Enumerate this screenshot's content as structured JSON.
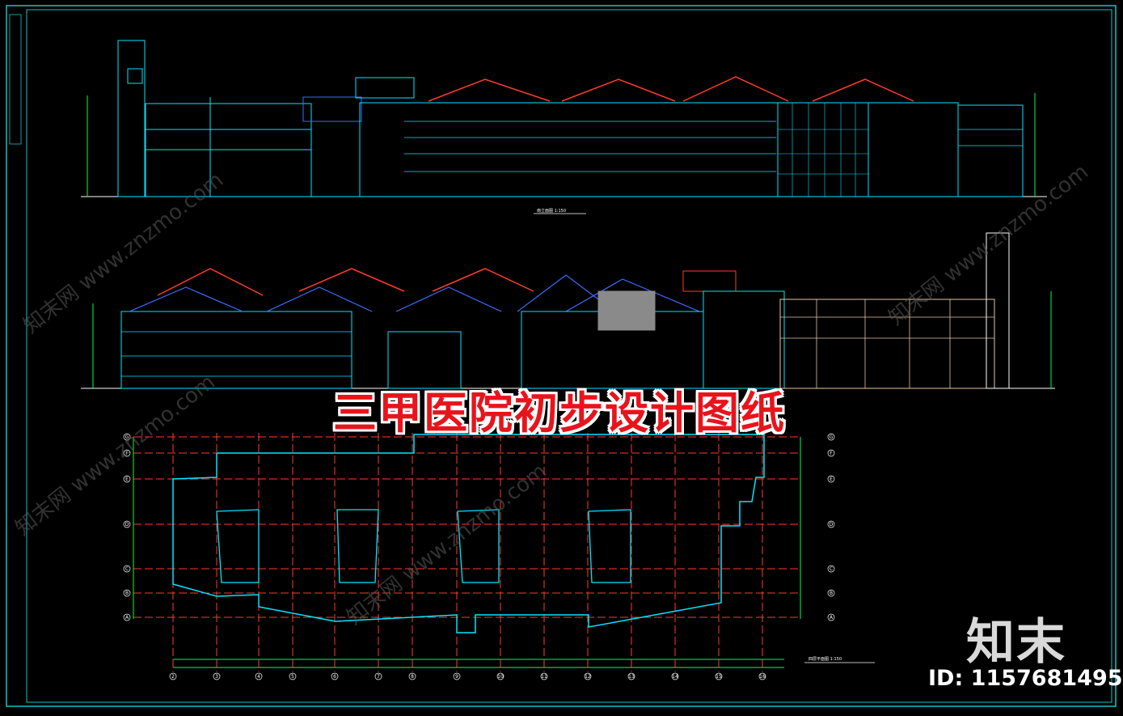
{
  "banner": {
    "title": "三甲医院初步设计图纸"
  },
  "brand": {
    "logo_text": "知末",
    "id_text": "ID: 1157681495"
  },
  "watermark": {
    "text": "知末网 www.znzmo.com"
  },
  "captions": {
    "top_elevation": "南立面图 1:150",
    "plan": "四层平面图 1:150"
  },
  "plan_axes": {
    "rows": [
      "G",
      "F",
      "E",
      "D",
      "C",
      "B",
      "A"
    ],
    "cols": [
      "2",
      "3",
      "4",
      "5",
      "6",
      "7",
      "8",
      "9",
      "10",
      "11",
      "12",
      "13",
      "14",
      "15",
      "16"
    ]
  },
  "colors": {
    "cyan": "#00e5ff",
    "red": "#ff3a2a",
    "green": "#00ff40",
    "white": "#ffffff",
    "frame": "#17c4c4"
  }
}
